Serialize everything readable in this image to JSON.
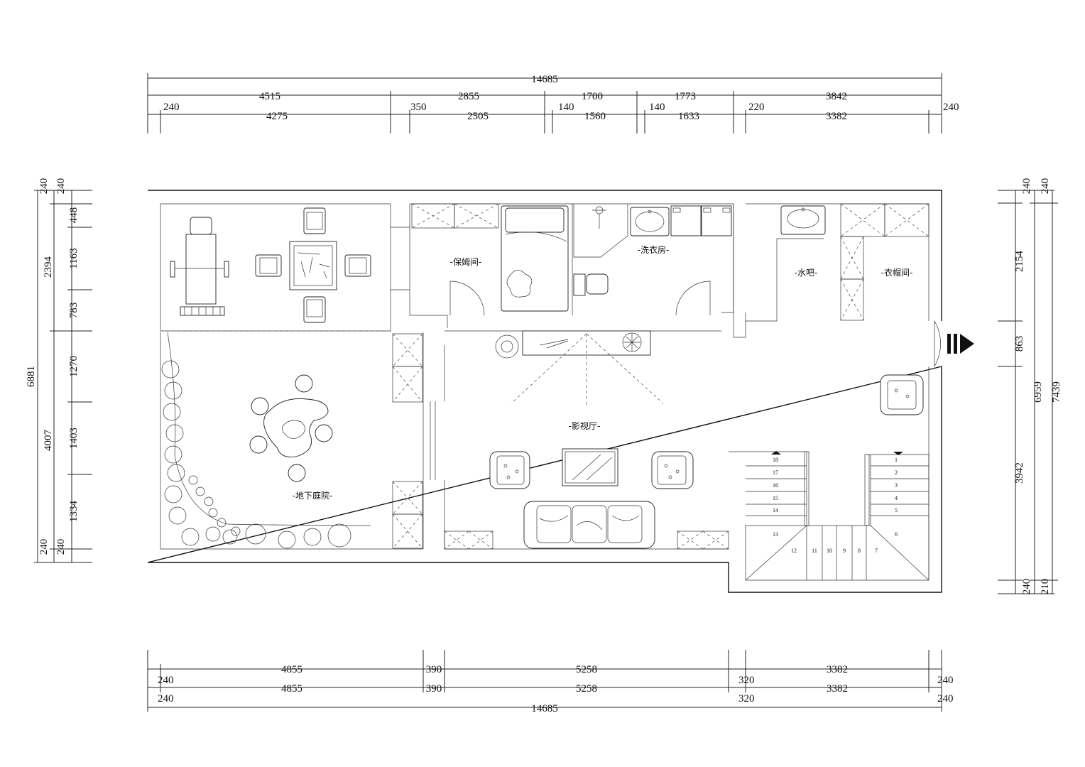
{
  "dimensions": {
    "top": {
      "overall": "14685",
      "row1": [
        "4515",
        "2855",
        "1700",
        "1773",
        "3842"
      ],
      "row2": [
        "240",
        "350",
        "140",
        "140",
        "220",
        "240"
      ],
      "row3": [
        "4275",
        "2505",
        "1560",
        "1633",
        "3382"
      ]
    },
    "bottom": {
      "row1": [
        "4855",
        "390",
        "5258",
        "3382"
      ],
      "row1_small": [
        "240",
        "320",
        "240"
      ],
      "row2": [
        "4855",
        "390",
        "5258",
        "3382"
      ],
      "row3_small": [
        "240",
        "320",
        "240"
      ],
      "overall": "14685"
    },
    "left": {
      "overall": "6881",
      "outer": [
        "240",
        "2394",
        "4007",
        "240"
      ],
      "inner": [
        "240",
        "448",
        "1163",
        "783",
        "1270",
        "1403",
        "1334",
        "240"
      ]
    },
    "right": {
      "inner": [
        "240",
        "2154",
        "863",
        "3942",
        "240"
      ],
      "mid": [
        "6959"
      ],
      "outer": [
        "240",
        "7439",
        "210"
      ]
    }
  },
  "rooms": {
    "nanny_room": "-保姆间-",
    "laundry_room": "-洗衣房-",
    "water_bar": "-水吧-",
    "cloakroom": "-衣帽间-",
    "av_hall": "-影视厅-",
    "basement_garden": "-地下庭院-"
  },
  "stairs": {
    "left_flight": [
      "18",
      "17",
      "16",
      "15",
      "14",
      "13"
    ],
    "right_flight": [
      "1",
      "2",
      "3",
      "4",
      "5",
      "6"
    ],
    "bottom_flight": [
      "12",
      "11",
      "10",
      "9",
      "8",
      "7"
    ]
  },
  "entrance_icon": "entry-arrow-icon"
}
